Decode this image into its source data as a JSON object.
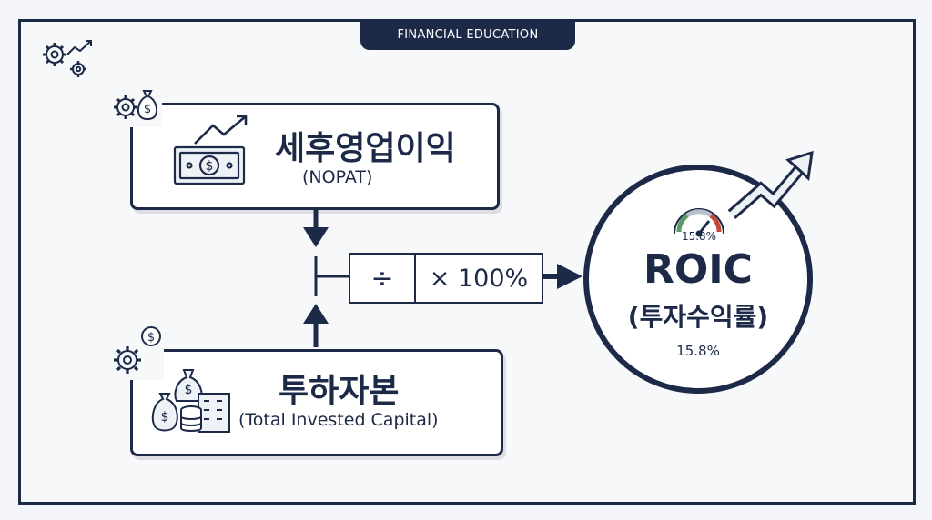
{
  "header": {
    "tag": "FINANCIAL EDUCATION"
  },
  "numerator": {
    "title": "세후영업이익",
    "subtitle": "(NOPAT)"
  },
  "denominator": {
    "title": "투하자본",
    "subtitle": "(Total Invested Capital)"
  },
  "operator": {
    "divide": "÷",
    "multiply": "× 100%"
  },
  "result": {
    "title": "ROIC",
    "subtitle": "(투자수익률)",
    "value": "15.8%",
    "gauge_label": "15.8%",
    "gauge_level_percent": 15.8
  },
  "colors": {
    "primary": "#1c2a48",
    "background": "#f3f5f8",
    "gauge_green": "#5a9a6a",
    "gauge_red": "#c04a3a"
  },
  "icons": [
    "gears-arrow-icon",
    "gear-moneybag-icon",
    "money-bill-arrow-icon",
    "gear-coin-icon",
    "moneybag-building-icon",
    "gauge-icon",
    "trend-arrow-icon"
  ]
}
